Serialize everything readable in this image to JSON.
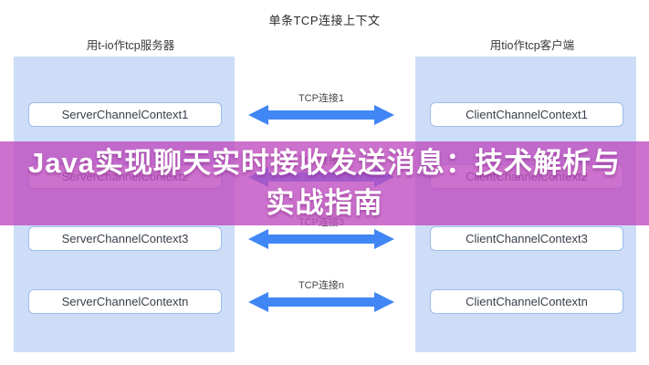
{
  "page": {
    "title": "单条TCP连接上下文",
    "left_column_label": "用t-io作tcp服务器",
    "right_column_label": "用tio作tcp客户端"
  },
  "overlay": {
    "title_line1": "Java实现聊天实时接收发送消息：技术解析与",
    "title_line2": "实战指南",
    "background_color": "#bf4dc1",
    "text_color": "#ffffff"
  },
  "diagram": {
    "type": "network-connection-diagram",
    "colors": {
      "panel_background": "#cdddf8",
      "arrow": "#4186f5",
      "box_border": "#9cbdea",
      "box_background": "#ffffff"
    },
    "rows": [
      {
        "server": "ServerChannelContext1",
        "connection": "TCP连接1",
        "client": "ClientChannelContext1"
      },
      {
        "server": "ServerChannelContext2",
        "connection": "TCP连接2",
        "client": "ClientChannelContext2"
      },
      {
        "server": "ServerChannelContext3",
        "connection": "TCP连接3",
        "client": "ClientChannelContext3"
      },
      {
        "server": "ServerChannelContextn",
        "connection": "TCP连接n",
        "client": "ClientChannelContextn"
      }
    ]
  }
}
